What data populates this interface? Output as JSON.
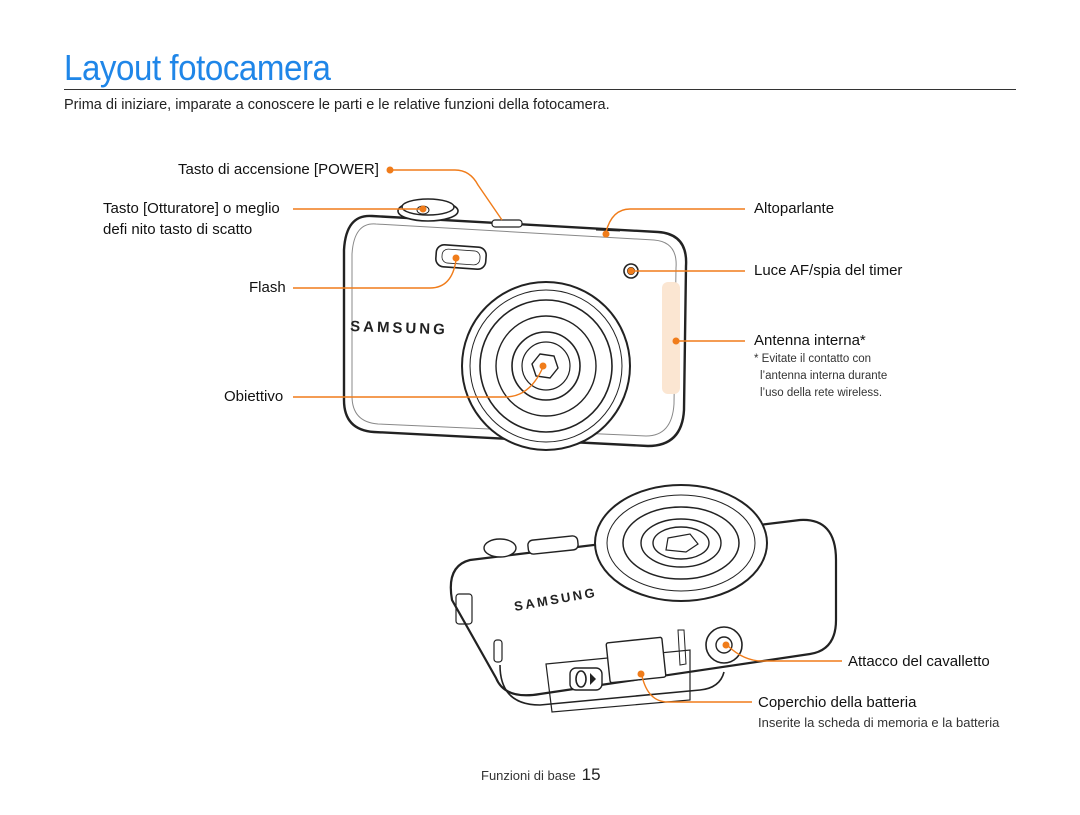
{
  "page": {
    "title": "Layout fotocamera",
    "intro": "Prima di iniziare, imparate a conoscere le parti e le relative funzioni della fotocamera."
  },
  "front_labels": {
    "power": "Tasto di accensione [POWER]",
    "shutter_line1": "Tasto [Otturatore] o meglio",
    "shutter_line2": "defi nito tasto di scatto",
    "flash": "Flash",
    "lens": "Obiettivo",
    "speaker": "Altoparlante",
    "af_lamp": "Luce AF/spia del timer",
    "antenna": "Antenna interna*",
    "antenna_note": [
      "* Evitate il contatto con",
      "l’antenna interna durante",
      "l’uso della rete wireless."
    ]
  },
  "bottom_labels": {
    "tripod": "Attacco del cavalletto",
    "battery": "Coperchio della batteria",
    "battery_note": "Inserite la scheda di memoria e la batteria"
  },
  "brand": "SAMSUNG",
  "footer": {
    "section": "Funzioni di base",
    "page_number": "15"
  },
  "colors": {
    "accent_title": "#1f86e8",
    "callout": "#f07c1a",
    "antenna_fill": "#fbe6d2"
  }
}
